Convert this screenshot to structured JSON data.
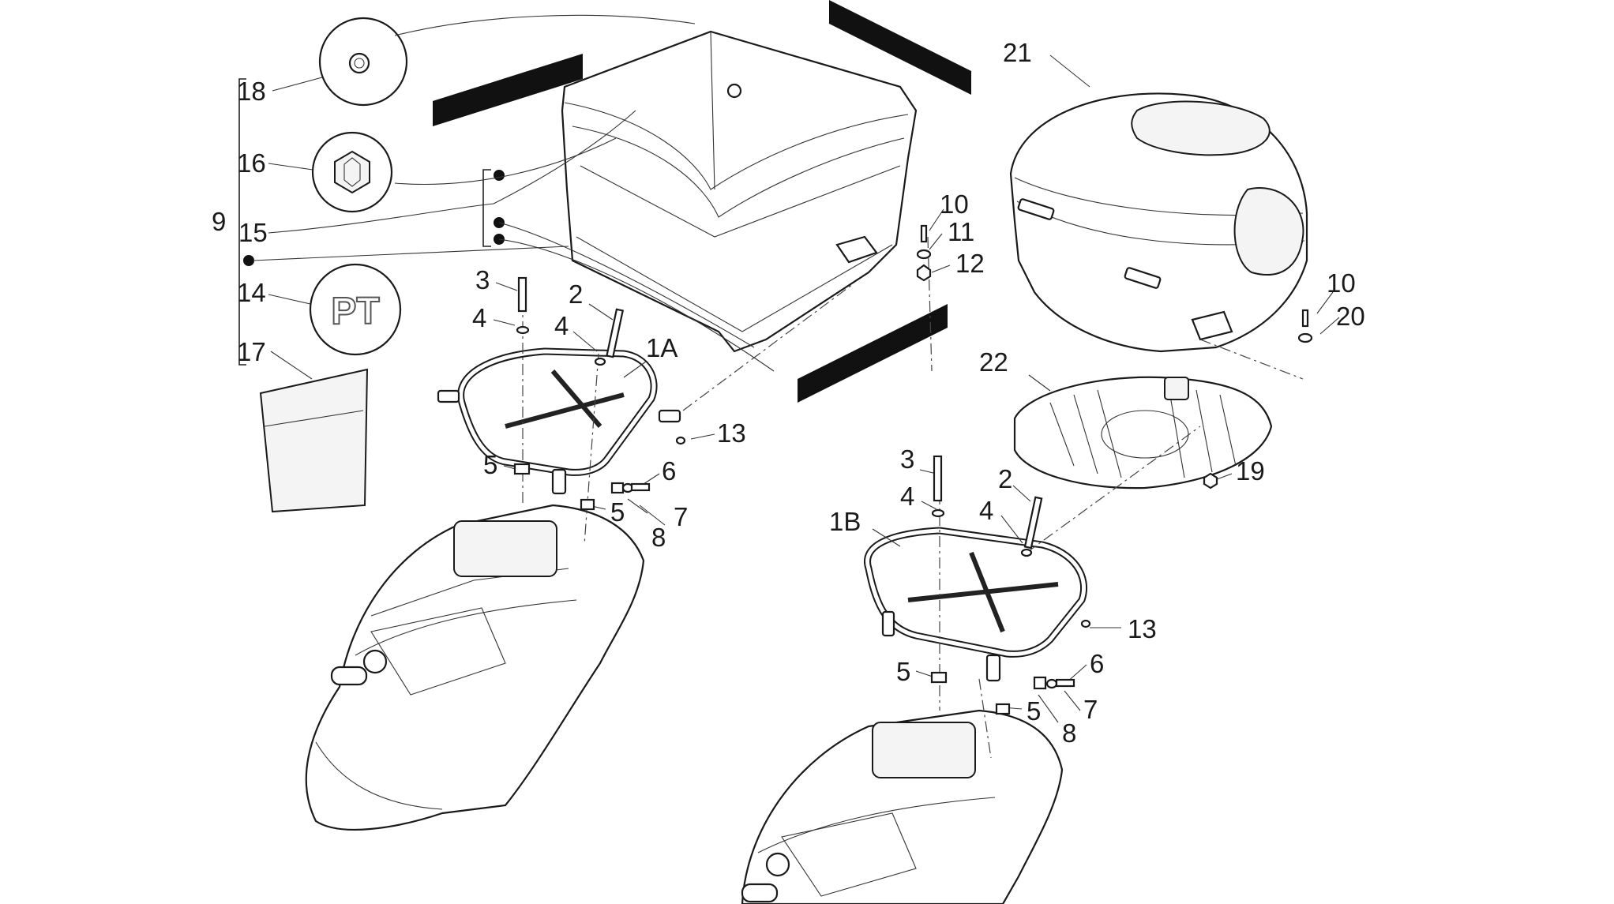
{
  "labels": {
    "l1A": "1A",
    "l1B": "1B",
    "l2a": "2",
    "l2b": "2",
    "l3a": "3",
    "l3b": "3",
    "l4a": "4",
    "l4b": "4",
    "l4c": "4",
    "l4d": "4",
    "l5a": "5",
    "l5b": "5",
    "l5c": "5",
    "l5d": "5",
    "l6a": "6",
    "l6b": "6",
    "l7a": "7",
    "l7b": "7",
    "l8a": "8",
    "l8b": "8",
    "l9": "9",
    "l10a": "10",
    "l10b": "10",
    "l11": "11",
    "l12": "12",
    "l13a": "13",
    "l13b": "13",
    "l14": "14",
    "l15": "15",
    "l16": "16",
    "l17": "17",
    "l18": "18",
    "l19": "19",
    "l20": "20",
    "l21": "21",
    "l22": "22"
  },
  "badge_text": "PT"
}
